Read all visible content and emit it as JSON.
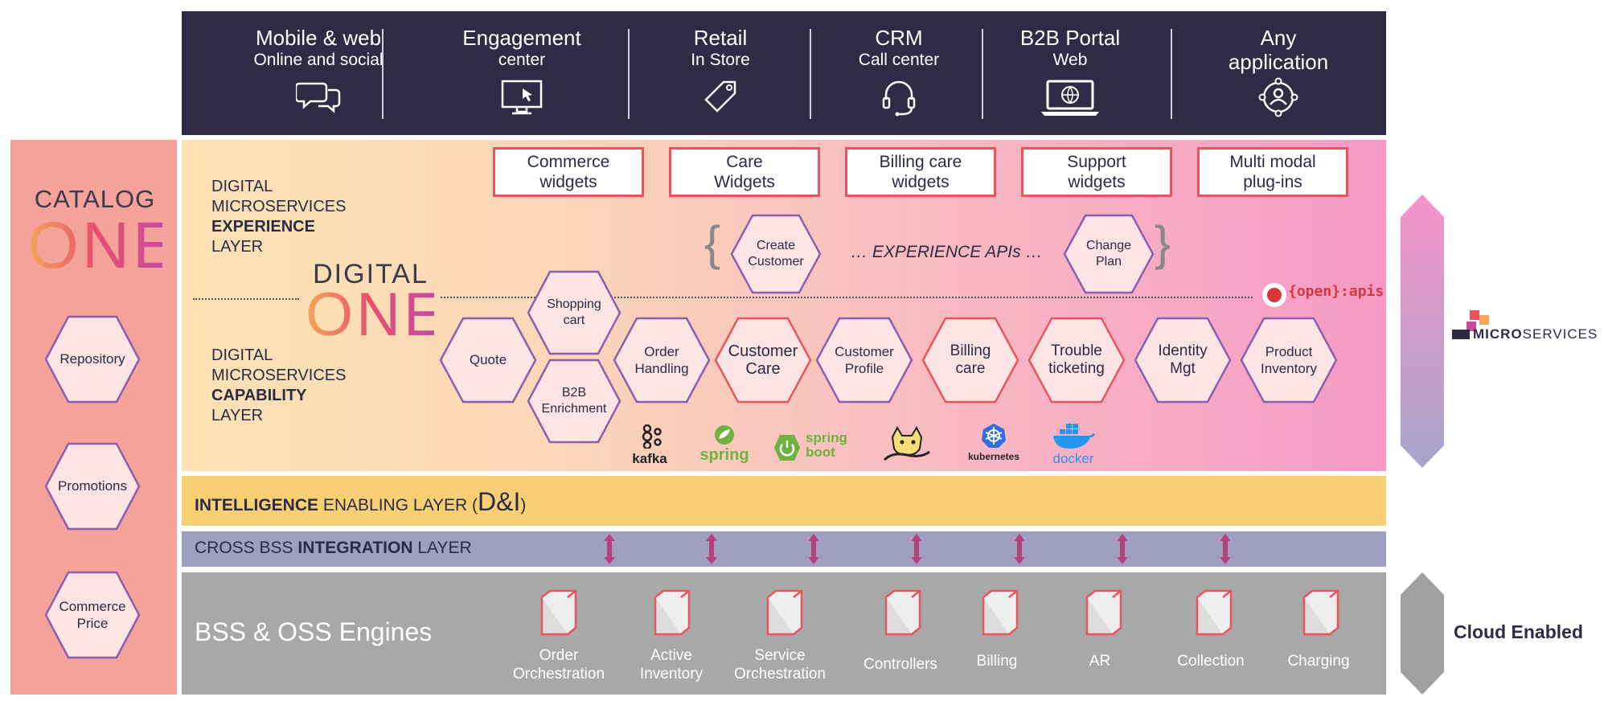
{
  "channels": [
    {
      "title": "Mobile & web",
      "subtitle": "Online and social",
      "icon": "chat-bubbles-icon"
    },
    {
      "title": "Engagement",
      "subtitle": "center",
      "icon": "monitor-cursor-icon"
    },
    {
      "title": "Retail",
      "subtitle": "In Store",
      "icon": "price-tag-icon"
    },
    {
      "title": "CRM",
      "subtitle": "Call center",
      "icon": "headset-icon"
    },
    {
      "title": "B2B Portal",
      "subtitle": "Web",
      "icon": "laptop-globe-icon"
    },
    {
      "title": "Any",
      "subtitle": "application",
      "icon": "user-network-icon"
    }
  ],
  "catalog": {
    "word": "CATALOG",
    "one": "ONE",
    "hexes": [
      "Repository",
      "Promotions",
      "Commerce Price"
    ]
  },
  "experience_layer": {
    "line1": "DIGITAL",
    "line2": "MICROSERVICES",
    "line3": "EXPERIENCE",
    "line4": "LAYER"
  },
  "capability_layer": {
    "line1": "DIGITAL",
    "line2": "MICROSERVICES",
    "line3": "CAPABILITY",
    "line4": "LAYER"
  },
  "digital_one": {
    "word": "DIGITAL",
    "one": "ONE"
  },
  "widgets": [
    {
      "line1": "Commerce",
      "line2": "widgets"
    },
    {
      "line1": "Care",
      "line2": "Widgets"
    },
    {
      "line1": "Billing care",
      "line2": "widgets"
    },
    {
      "line1": "Support",
      "line2": "widgets"
    },
    {
      "line1": "Multi modal",
      "line2": "plug-ins"
    }
  ],
  "experience_apis": {
    "left": "Create Customer",
    "middle": "… EXPERIENCE APIs …",
    "right": "Change Plan"
  },
  "openapis": "{open}:apis",
  "capabilities": [
    "Quote",
    "Shopping cart",
    "B2B Enrichment",
    "Order Handling",
    "Customer Care",
    "Customer Profile",
    "Billing care",
    "Trouble ticketing",
    "Identity Mgt",
    "Product Inventory"
  ],
  "tech_logos": [
    "kafka",
    "spring",
    "spring boot",
    "kubernetes",
    "docker"
  ],
  "intelligence": {
    "bold": "INTELLIGENCE",
    "rest": " ENABLING LAYER (",
    "big": "D&I",
    "close": ")"
  },
  "cross_bss": {
    "pre": "CROSS BSS ",
    "bold": "INTEGRATION",
    "post": " LAYER"
  },
  "bss": {
    "title": "BSS & OSS Engines",
    "engines": [
      "Order Orchestration",
      "Active Inventory",
      "Service Orchestration",
      "Controllers",
      "Billing",
      "AR",
      "Collection",
      "Charging"
    ]
  },
  "microservices_logo": {
    "bold": "MICRO",
    "rest": "SERVICES"
  },
  "cloud": "Cloud Enabled",
  "colors": {
    "navy": "#2e2b45",
    "coral": "#e8555f",
    "purple": "#8a5fb0",
    "gold": "#f9cf74",
    "lavender": "#a09fc0",
    "grey": "#a8a8a8"
  }
}
